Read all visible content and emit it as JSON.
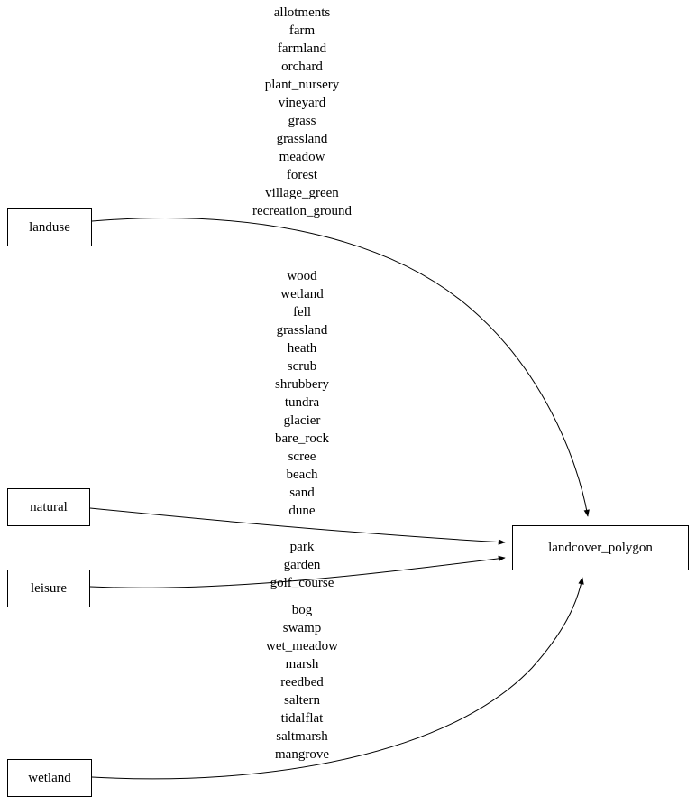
{
  "diagram": {
    "nodes": {
      "landuse": {
        "label": "landuse"
      },
      "natural": {
        "label": "natural"
      },
      "leisure": {
        "label": "leisure"
      },
      "wetland": {
        "label": "wetland"
      },
      "landcover_polygon": {
        "label": "landcover_polygon"
      }
    },
    "edges": [
      {
        "from": "landuse",
        "to": "landcover_polygon",
        "values": [
          "allotments",
          "farm",
          "farmland",
          "orchard",
          "plant_nursery",
          "vineyard",
          "grass",
          "grassland",
          "meadow",
          "forest",
          "village_green",
          "recreation_ground"
        ]
      },
      {
        "from": "natural",
        "to": "landcover_polygon",
        "values": [
          "wood",
          "wetland",
          "fell",
          "grassland",
          "heath",
          "scrub",
          "shrubbery",
          "tundra",
          "glacier",
          "bare_rock",
          "scree",
          "beach",
          "sand",
          "dune"
        ]
      },
      {
        "from": "leisure",
        "to": "landcover_polygon",
        "values": [
          "park",
          "garden",
          "golf_course"
        ]
      },
      {
        "from": "wetland",
        "to": "landcover_polygon",
        "values": [
          "bog",
          "swamp",
          "wet_meadow",
          "marsh",
          "reedbed",
          "saltern",
          "tidalflat",
          "saltmarsh",
          "mangrove"
        ]
      }
    ],
    "colors": {
      "stroke": "#000000",
      "background": "#ffffff",
      "node_fill": "#ffffff"
    }
  }
}
